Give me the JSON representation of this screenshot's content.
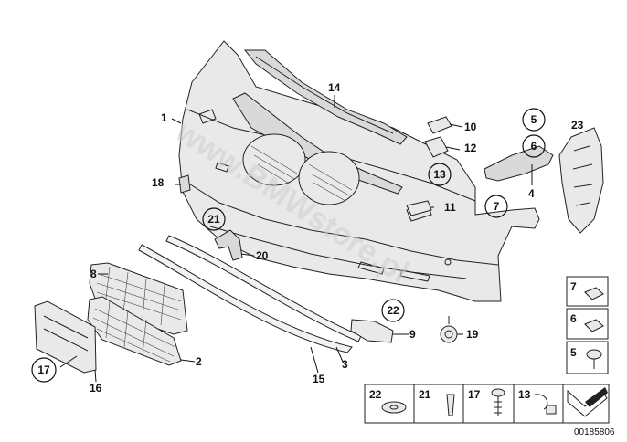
{
  "watermark": "www.BMWstore.pl",
  "document_number": "00185806",
  "labels": {
    "l1": "1",
    "l2": "2",
    "l3": "3",
    "l4": "4",
    "l5": "5",
    "l6": "6",
    "l7": "7",
    "l8": "8",
    "l9": "9",
    "l10": "10",
    "l11": "11",
    "l12": "12",
    "l13": "13",
    "l14": "14",
    "l15": "15",
    "l16": "16",
    "l17": "17",
    "l18": "18",
    "l19": "19",
    "l20": "20",
    "l21": "21",
    "l22": "22",
    "l23": "23"
  },
  "legend_right": {
    "r7": "7",
    "r6": "6",
    "r5": "5"
  },
  "legend_bottom": {
    "b22": "22",
    "b21": "21",
    "b17": "17",
    "b13": "13"
  },
  "colors": {
    "line": "#222222",
    "fill": "#e9e9e9",
    "watermark": "#cfcfcf"
  }
}
